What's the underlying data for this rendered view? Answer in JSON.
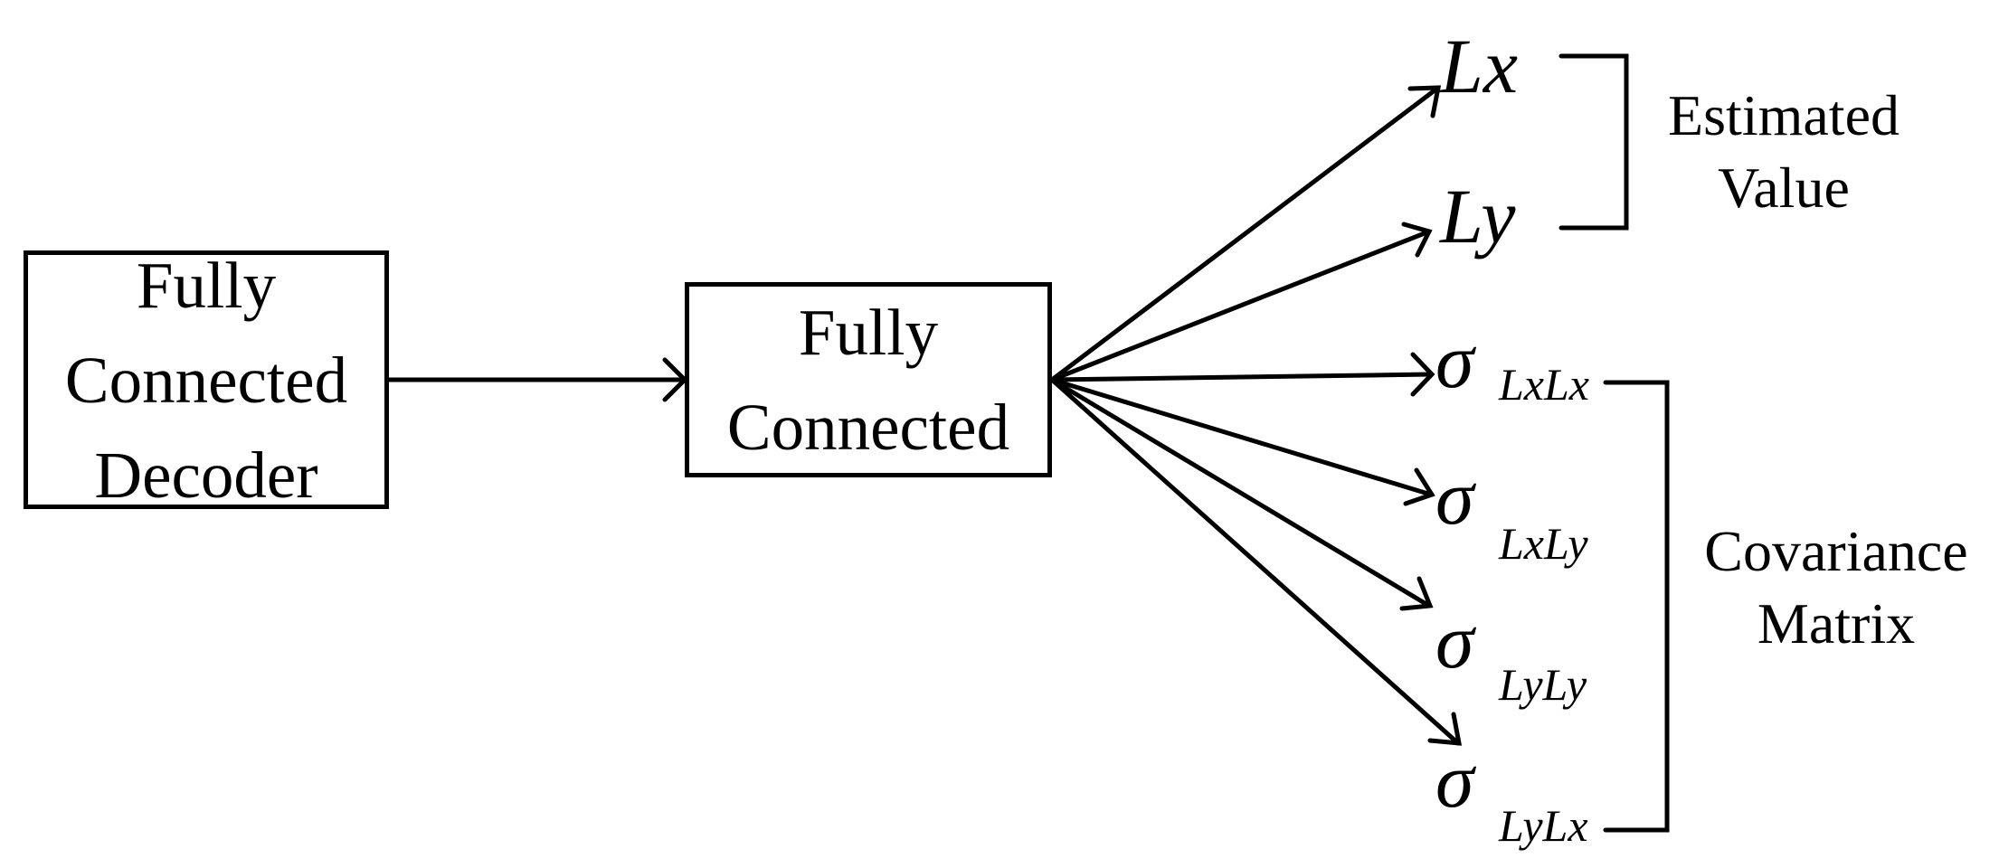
{
  "boxes": {
    "decoder": {
      "lines": [
        "Fully",
        "Connected",
        "Decoder"
      ]
    },
    "fc": {
      "lines": [
        "Fully",
        "Connected"
      ]
    }
  },
  "outputs": {
    "lx": "Lx",
    "ly": "Ly",
    "sigma_symbol": "σ",
    "sigma_lxlx_sub": "LxLx",
    "sigma_lxly_sub": "LxLy",
    "sigma_lyly_sub": "LyLy",
    "sigma_lylx_sub": "LyLx"
  },
  "groups": {
    "estimated": [
      "Estimated",
      "Value"
    ],
    "covariance": [
      "Covariance",
      "Matrix"
    ]
  }
}
